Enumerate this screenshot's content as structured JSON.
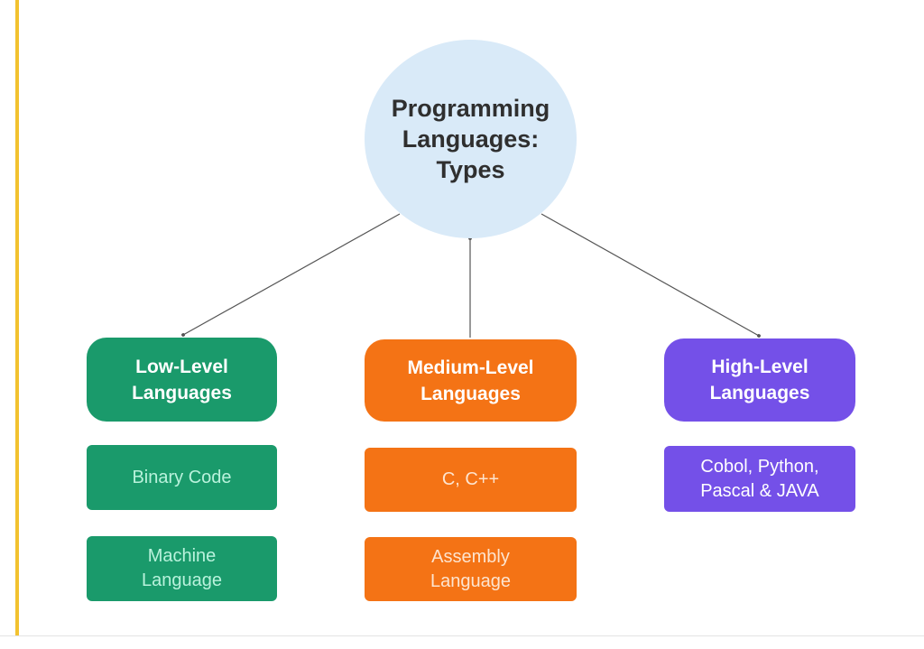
{
  "colors": {
    "accent_bar": "#f2c230",
    "root_fill": "#d9eaf8",
    "low_level": "#1a9a6b",
    "medium_level": "#f47315",
    "high_level": "#7450e8",
    "connector": "#555555"
  },
  "root": {
    "label": "Programming Languages: Types"
  },
  "columns": {
    "low": {
      "title": "Low-Level Languages",
      "items": [
        "Binary Code",
        "Machine Language"
      ]
    },
    "medium": {
      "title": "Medium-Level Languages",
      "items": [
        "C, C++",
        "Assembly Language"
      ]
    },
    "high": {
      "title": "High-Level Languages",
      "items": [
        "Cobol, Python, Pascal & JAVA"
      ]
    }
  }
}
